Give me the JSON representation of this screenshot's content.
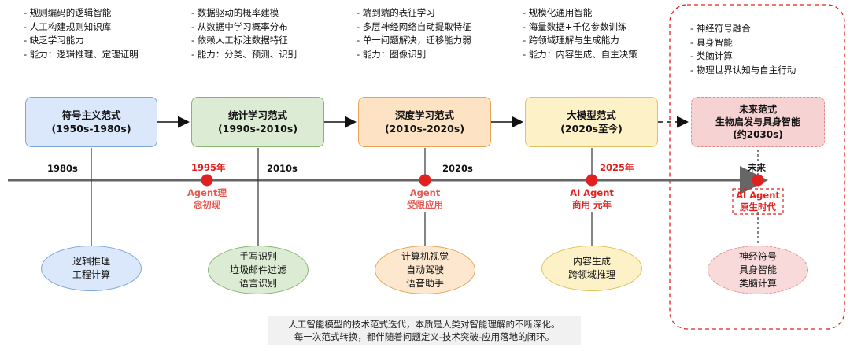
{
  "columns": [
    {
      "bullets": [
        "- 规则编码的逻辑智能",
        "- 人工构建规则知识库",
        "- 缺乏学习能力",
        "- 能力：逻辑推理、定理证明"
      ],
      "box_title": "符号主义范式",
      "box_period": "(1950s-1980s)",
      "box_fill": "#dbe8fb",
      "box_border": "#7ea6da",
      "year_label": "1980s",
      "ellipse_lines": [
        "逻辑推理",
        "工程计算"
      ],
      "ellipse_fill": "#dbe8fb",
      "ellipse_border": "#7ea6da"
    },
    {
      "bullets": [
        "- 数据驱动的概率建模",
        "- 从数据中学习概率分布",
        "- 依赖人工标注数据特征",
        "- 能力：分类、预测、识别"
      ],
      "box_title": "统计学习范式",
      "box_period": "(1990s-2010s)",
      "box_fill": "#dcecd4",
      "box_border": "#86b66f",
      "year_label": "2010s",
      "milestone_year": "1995年",
      "milestone_label": [
        "Agent理",
        "念初现"
      ],
      "ellipse_lines": [
        "手写识别",
        "垃圾邮件过滤",
        "语言识别"
      ],
      "ellipse_fill": "#dcecd4",
      "ellipse_border": "#86b66f"
    },
    {
      "bullets": [
        "- 端到端的表征学习",
        "- 多层神经网络自动提取特征",
        "- 单一问题解决，迁移能力弱",
        "- 能力：图像识别"
      ],
      "box_title": "深度学习范式",
      "box_period": "(2010s-2020s)",
      "box_fill": "#fde2c4",
      "box_border": "#e7a458",
      "year_label": "2020s",
      "milestone_label": [
        "Agent",
        "受限应用"
      ],
      "ellipse_lines": [
        "计算机视觉",
        "自动驾驶",
        "语音助手"
      ],
      "ellipse_fill": "#fde8cf",
      "ellipse_border": "#e7a458"
    },
    {
      "bullets": [
        "- 规模化通用智能",
        "- 海量数据+千亿参数训练",
        "- 跨领域理解与生成能力",
        "- 能力：内容生成、自主决策"
      ],
      "box_title": "大模型范式",
      "box_period": "(2020s至今)",
      "box_fill": "#fdf1c8",
      "box_border": "#e2c25c",
      "milestone_year": "2025年",
      "milestone_label": [
        "AI Agent",
        "商用 元年"
      ],
      "ellipse_lines": [
        "内容生成",
        "跨领域推理"
      ],
      "ellipse_fill": "#fdf1c8",
      "ellipse_border": "#e2c25c"
    },
    {
      "bullets": [
        "- 神经符号融合",
        "- 具身智能",
        "- 类脑计算",
        "- 物理世界认知与自主行动"
      ],
      "box_title": "未来范式",
      "box_line2": "生物启发与具身智能",
      "box_period": "(约2030s)",
      "box_fill": "#f7d2d2",
      "box_border": "#e38a8a",
      "year_label": "未来",
      "milestone_label": [
        "AI Agent",
        "原生时代"
      ],
      "ellipse_lines": [
        "神经符号",
        "具身智能",
        "类脑计算"
      ],
      "ellipse_fill": "#f9dada",
      "ellipse_border": "#e38a8a"
    }
  ],
  "caption": {
    "line1": "人工智能模型的技术范式迭代，本质是人类对智能理解的不断深化。",
    "line2": "每一次范式转换，都伴随着问题定义-技术突破-应用落地的闭环。"
  },
  "colors": {
    "timeline": "#555555",
    "milestone_red": "#e0211f",
    "future_frame": "#e0211f"
  }
}
